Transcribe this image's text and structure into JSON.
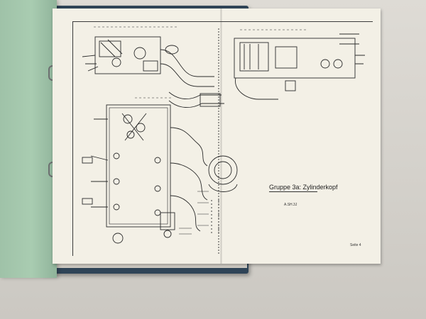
{
  "document": {
    "caption_title": "Gruppe 3a: Zylinderkopf",
    "caption_sub": "A.SH.3J",
    "page_label": "Seite 4"
  },
  "colors": {
    "paper": "#f3f0e6",
    "binder": "#2f4457",
    "divider_sheet": "#a9ccb1",
    "ink": "#2b2b2b"
  }
}
